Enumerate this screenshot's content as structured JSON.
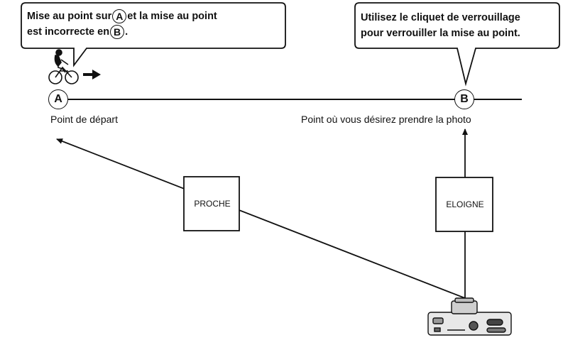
{
  "bubble_left": {
    "line1_before": "Mise au point sur",
    "marker_a": "A",
    "line1_after": "et la mise au point",
    "line2_before": "est incorrecte en",
    "marker_b": "B",
    "line2_after": "."
  },
  "bubble_right": {
    "line1": "Utilisez le cliquet de verrouillage",
    "line2": "pour verrouiller la mise au point."
  },
  "markers": {
    "a": "A",
    "b": "B"
  },
  "labels": {
    "start": "Point de départ",
    "target": "Point où vous désirez prendre la photo"
  },
  "boxes": {
    "near": "PROCHE",
    "far": "ELOIGNE"
  },
  "icons": {
    "cyclist": "cyclist-icon",
    "motion_arrow": "arrow-right-icon",
    "camera": "camera-icon"
  }
}
